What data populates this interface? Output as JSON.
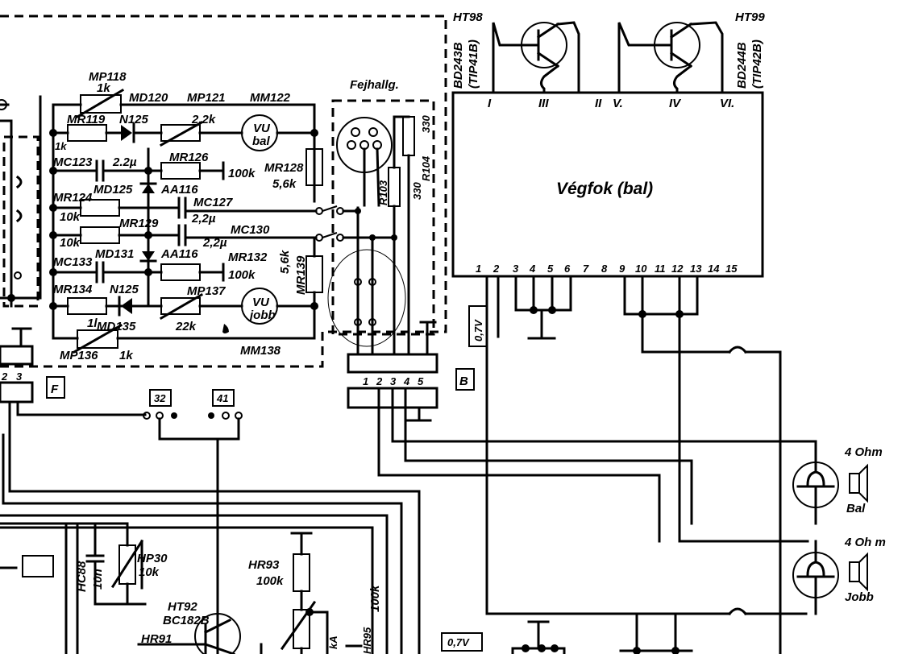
{
  "colors": {
    "ink": "#000000",
    "paper": "#ffffff"
  },
  "transistors": {
    "ht98": {
      "name": "HT98",
      "part": "BD243B",
      "alt": "(TIP41B)"
    },
    "ht99": {
      "name": "HT99",
      "part": "BD244B",
      "alt": "(TIP42B)"
    },
    "ht92": {
      "name": "HT92",
      "part": "BC182B"
    }
  },
  "output_stage": {
    "title": "Végfok (bal)",
    "top_pins": [
      "I",
      "III",
      "II",
      "V.",
      "IV",
      "VI."
    ],
    "bottom_pins": [
      "1",
      "2",
      "3",
      "4",
      "5",
      "6",
      "7",
      "8",
      "9",
      "10",
      "11",
      "12",
      "13",
      "14",
      "15"
    ]
  },
  "headphone": {
    "label": "Fejhallg."
  },
  "components": {
    "mp118": "MP118",
    "mp118_val": "1k",
    "md120": "MD120",
    "mp121": "MP121",
    "mm122": "MM122",
    "mr119": "MR119",
    "n125a": "N125",
    "mp121_val": "2.2k",
    "vu_bal": "VU",
    "vu_bal2": "bal",
    "mr119_val": "1k",
    "mc123": "MC123",
    "mc123_val": "2.2µ",
    "mr126": "MR126",
    "mr126_val": "100k",
    "mr128": "MR128",
    "mr128_val": "5,6k",
    "md125": "MD125",
    "aa116a": "AA116",
    "mc127": "MC127",
    "mr124": "MR124",
    "mr124_val": "10k",
    "mc127_val": "2,2µ",
    "mr129": "MR129",
    "mc130": "MC130",
    "mr129_val": "10k",
    "mc130_val": "2,2µ",
    "mc133": "MC133",
    "md131": "MD131",
    "aa116b": "AA116",
    "mr132": "MR132",
    "mr132_val": "100k",
    "mr139": "MR139",
    "mr139_val": "5,6k",
    "mr134": "MR134",
    "n125b": "N125",
    "mp137": "MP137",
    "vu_jobb": "VU",
    "vu_jobb2": "jobb",
    "md135": "MD135",
    "mp137_val": "22k",
    "mp136_val": "1l",
    "mp136": "MP136",
    "mp136_k": "1k",
    "mm138": "MM138",
    "r103": "R103",
    "r104": "R104",
    "r330a": "330",
    "r330b": "330",
    "hp30": "HP30",
    "hp30_val": "10k",
    "hc88": "HC88",
    "hc88_val": "10n",
    "hr93": "HR93",
    "hr93_val": "100k",
    "hr95": "HR95",
    "hr95_val": "100k",
    "hr91": "HR91",
    "ka": "kA"
  },
  "connectors": {
    "f": "F",
    "b": "B",
    "c32": "32",
    "c41": "41",
    "pins": [
      "1",
      "2",
      "3",
      "4",
      "5"
    ],
    "left_pins": [
      "2",
      "3"
    ]
  },
  "voltages": {
    "v1": "0,7V",
    "v2": "0,7V"
  },
  "speakers": {
    "bal": {
      "imp": "4 Ohm",
      "name": "Bal"
    },
    "jobb": {
      "imp": "4 Oh m",
      "name": "Jobb"
    }
  }
}
